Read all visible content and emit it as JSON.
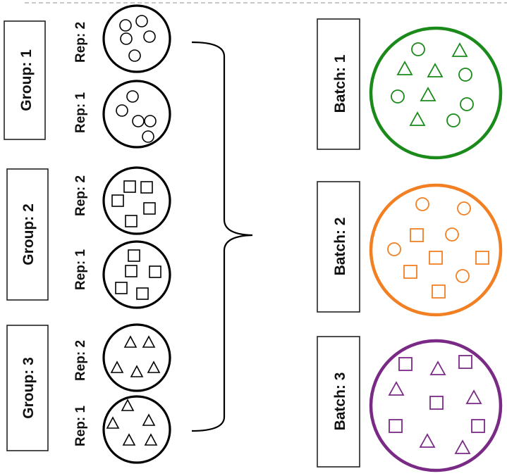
{
  "groups": [
    {
      "label": "Group: 1",
      "shape": "circle",
      "reps": [
        {
          "label": "Rep: 2"
        },
        {
          "label": "Rep: 1"
        }
      ]
    },
    {
      "label": "Group: 2",
      "shape": "square",
      "reps": [
        {
          "label": "Rep: 2"
        },
        {
          "label": "Rep: 1"
        }
      ]
    },
    {
      "label": "Group: 3",
      "shape": "triangle",
      "reps": [
        {
          "label": "Rep: 2"
        },
        {
          "label": "Rep: 1"
        }
      ]
    }
  ],
  "batches": [
    {
      "label": "Batch: 1",
      "color": "#1a8a1a",
      "shapes": [
        "circle",
        "triangle"
      ]
    },
    {
      "label": "Batch: 2",
      "color": "#f28022",
      "shapes": [
        "circle",
        "square"
      ]
    },
    {
      "label": "Batch: 3",
      "color": "#7a2a86",
      "shapes": [
        "square",
        "triangle"
      ]
    }
  ],
  "icons": {
    "sample_circle": "circle-icon",
    "sample_square": "square-icon",
    "sample_triangle": "triangle-icon",
    "connector": "curly-brace-icon"
  },
  "colors": {
    "sample_outline": "#000000",
    "frame_dash": "#c8c8c8"
  }
}
